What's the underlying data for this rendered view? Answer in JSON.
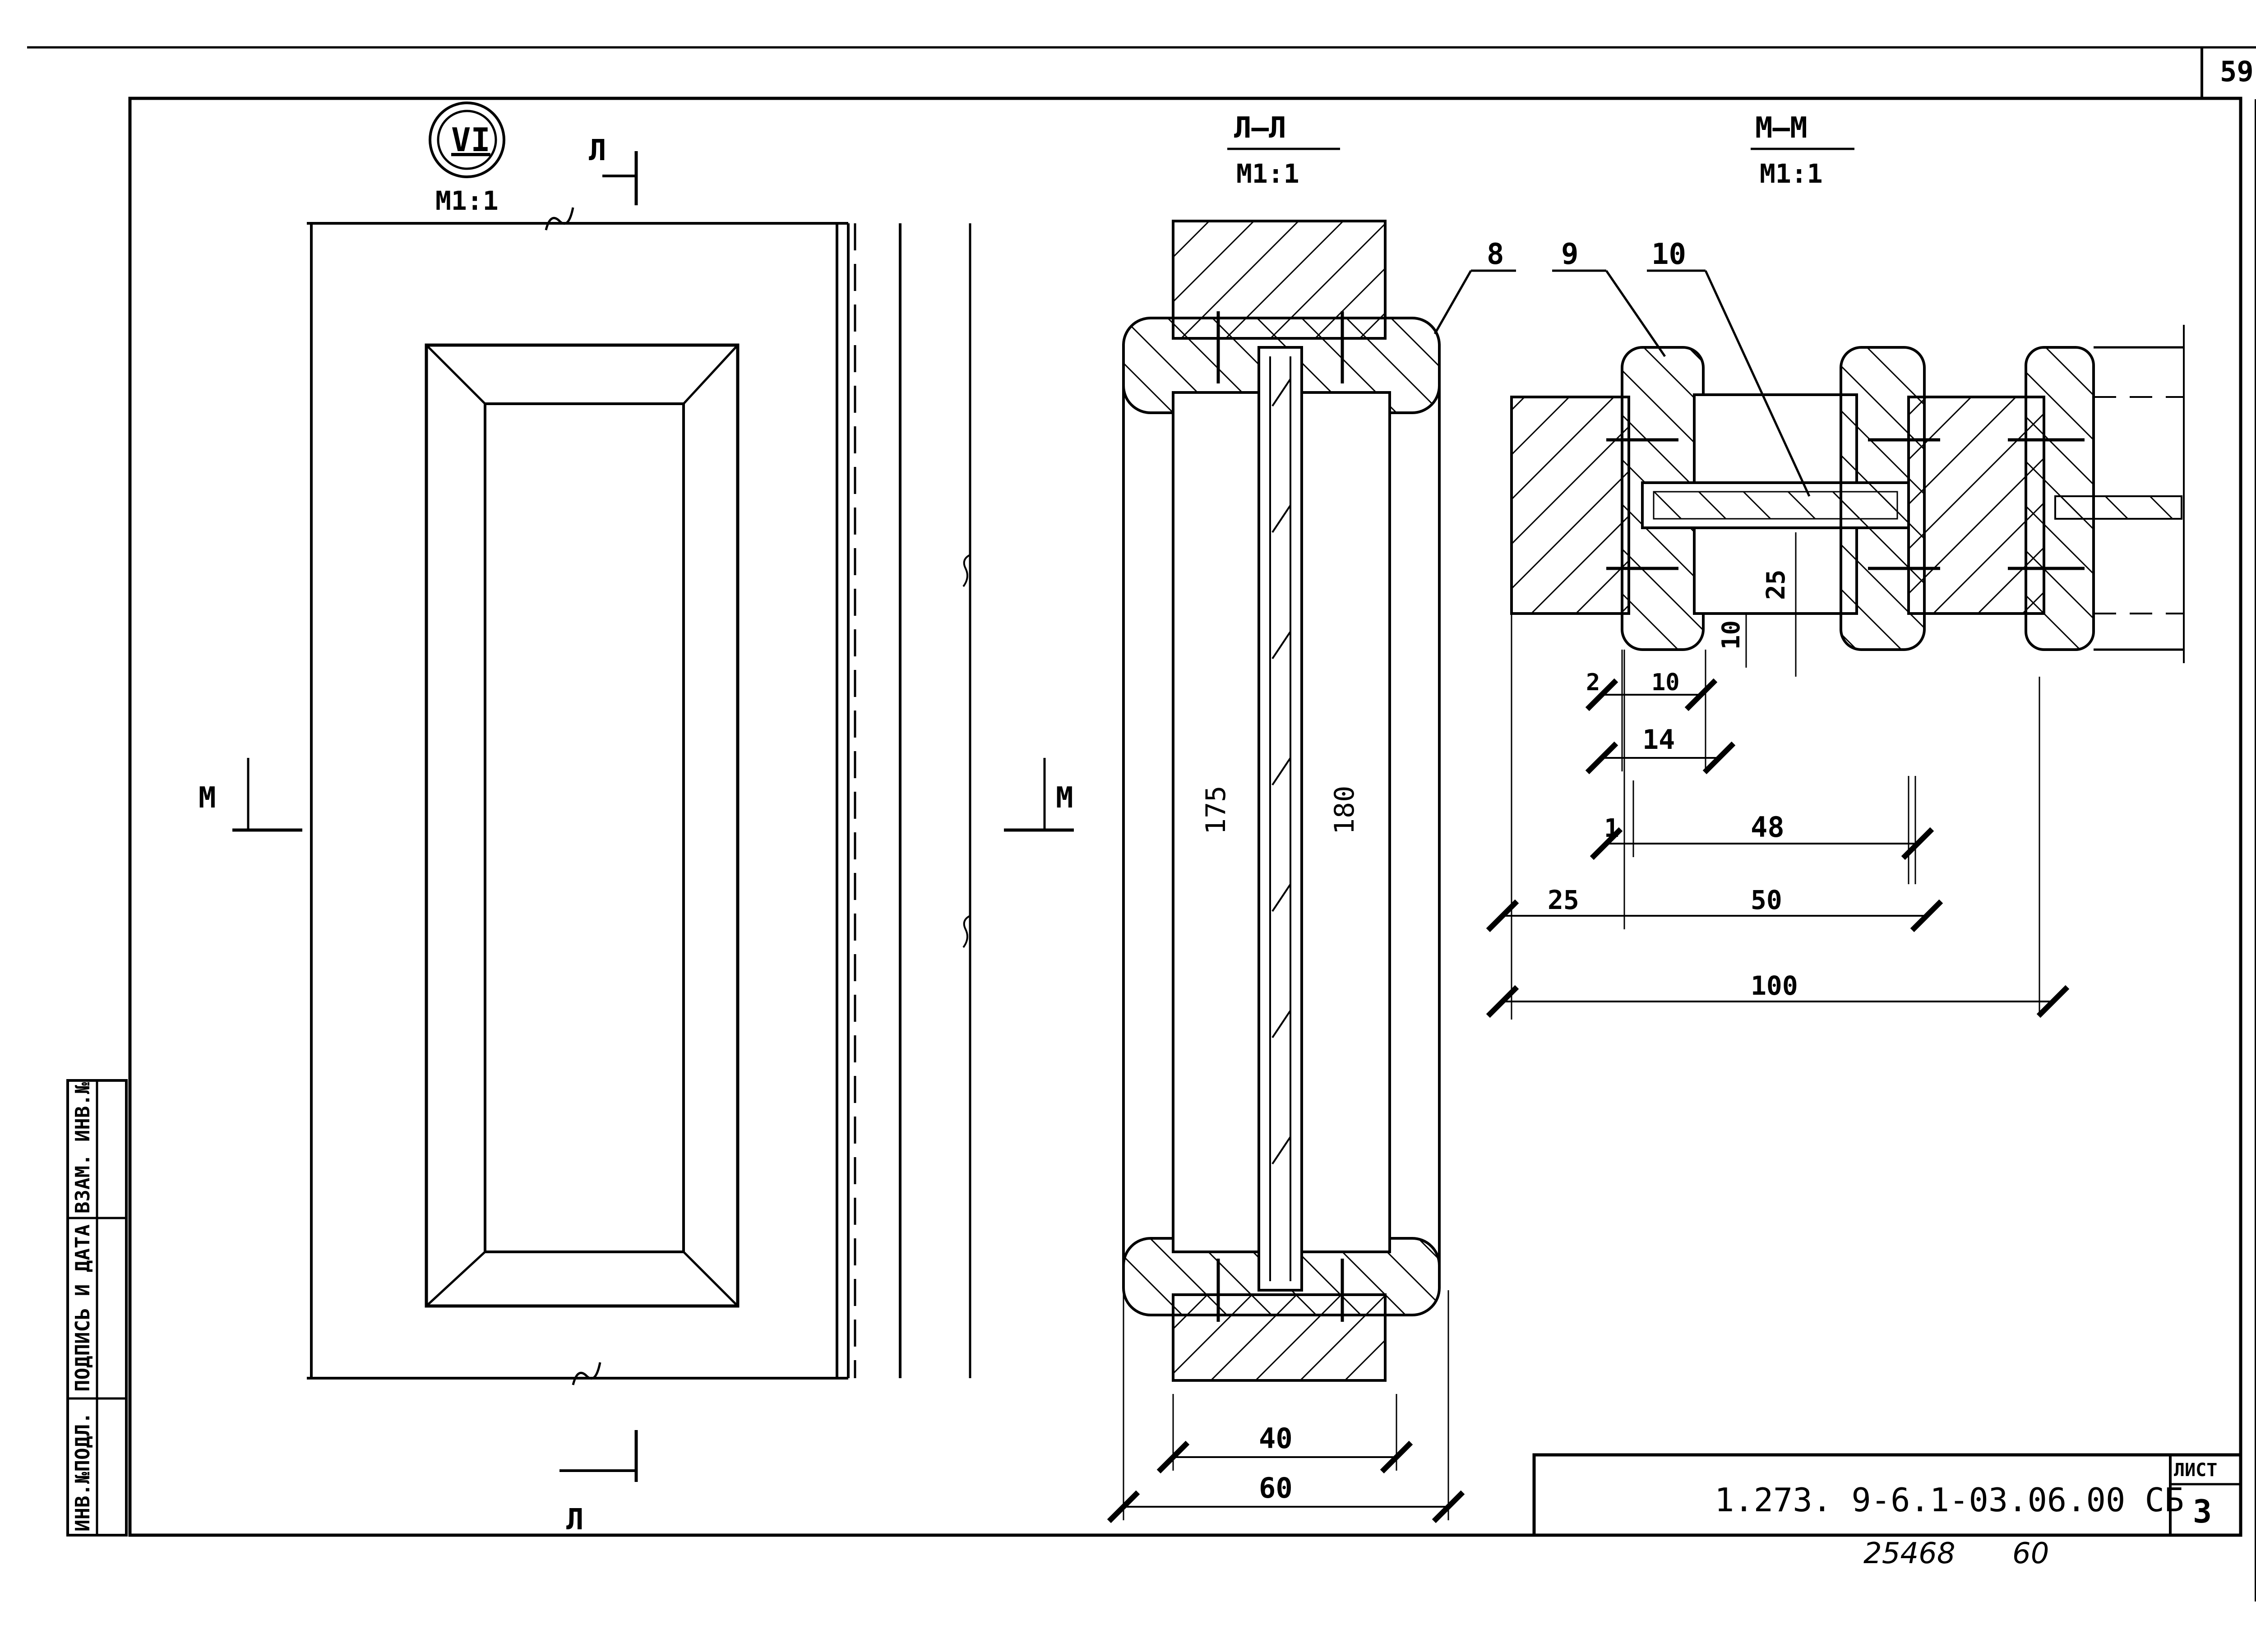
{
  "sheet": {
    "page_number": "59",
    "designation": "1.273. 9-6.1-03.06.00 СБ",
    "list_label": "ЛИСТ",
    "list_number": "3",
    "bottom_note_1": "25468",
    "bottom_note_2": "60"
  },
  "side_stamp": {
    "cells": [
      "ИНВ.№ПОДЛ.",
      "ПОДПИСЬ И ДАТА",
      "ВЗАМ. ИНВ.№"
    ]
  },
  "view_main": {
    "node_number": "VI",
    "scale": "М1:1",
    "section_a_label": "Л",
    "section_m_label": "М"
  },
  "section_a": {
    "title": "Л—Л",
    "scale": "М1:1",
    "callout": "8",
    "dim_175": "175",
    "dim_180": "180",
    "dim_40": "40",
    "dim_60": "60"
  },
  "section_m": {
    "title": "М—М",
    "scale": "М1:1",
    "callout_9": "9",
    "callout_10": "10",
    "dim_25_vertical": "25",
    "dim_10_vertical": "10",
    "dim_2": "2",
    "dim_10": "10",
    "dim_14": "14",
    "dim_1": "1",
    "dim_48": "48",
    "dim_25": "25",
    "dim_50": "50",
    "dim_100": "100"
  }
}
